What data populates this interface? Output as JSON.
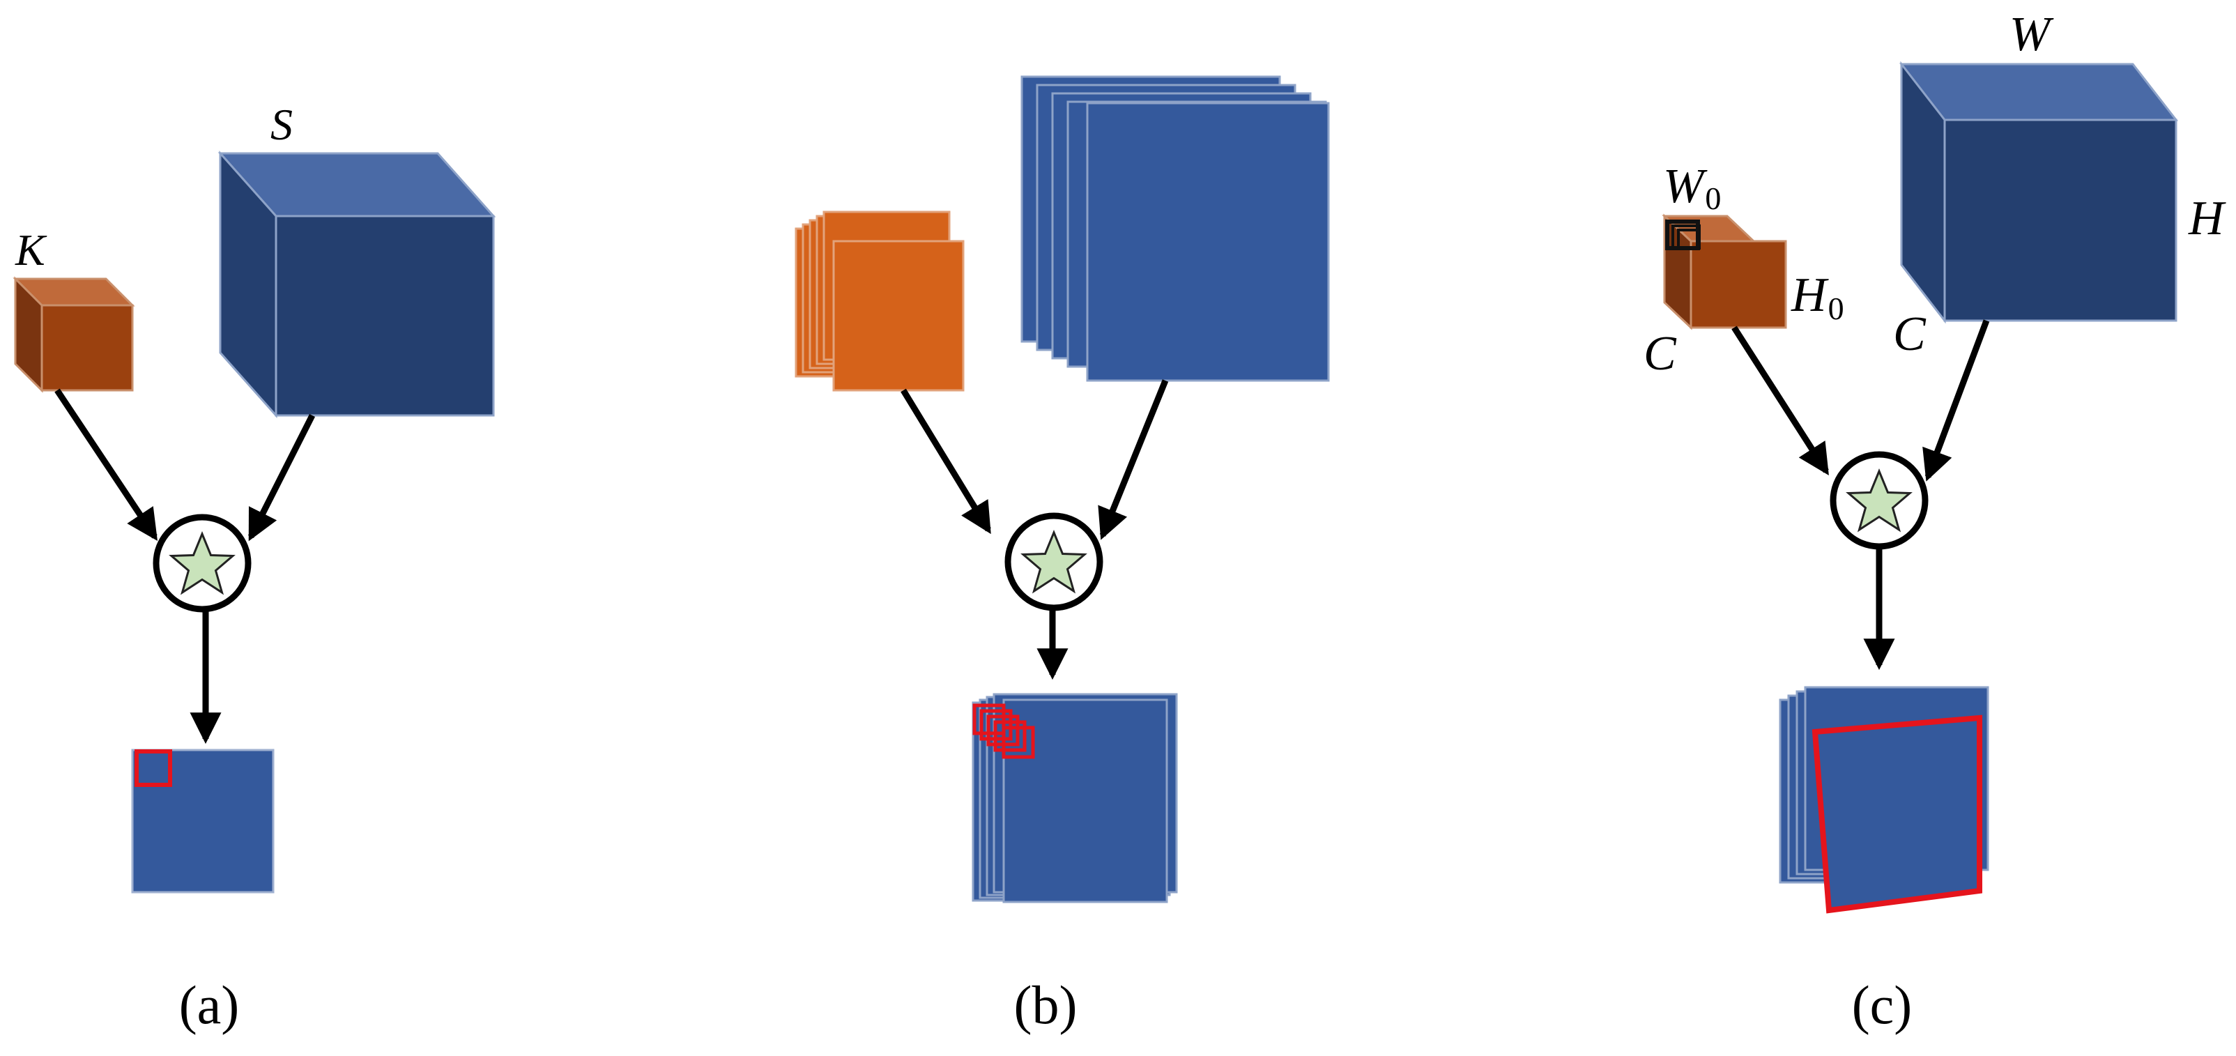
{
  "colors": {
    "search_blue_front": "#34599C",
    "search_blue_top": "#4A6AA6",
    "search_blue_side": "#243F6F",
    "kernel_orange_front": "#9B410F",
    "kernel_orange_top": "#C06A3A",
    "kernel_orange_light": "#D5621A",
    "star_fill": "#C9E3BB",
    "highlight_red": "#E5141C",
    "arrow": "#000000"
  },
  "panel_a": {
    "kernel_label": "K",
    "search_label": "S",
    "operator_icon": "star-icon",
    "caption": "(a)"
  },
  "panel_b": {
    "operator_icon": "star-icon",
    "caption": "(b)"
  },
  "panel_c": {
    "kernel_width_label": "W",
    "kernel_width_sub": "0",
    "kernel_height_label": "H",
    "kernel_height_sub": "0",
    "kernel_channel_label": "C",
    "search_width_label": "W",
    "search_height_label": "H",
    "search_channel_label": "C",
    "operator_icon": "star-icon",
    "caption": "(c)"
  }
}
